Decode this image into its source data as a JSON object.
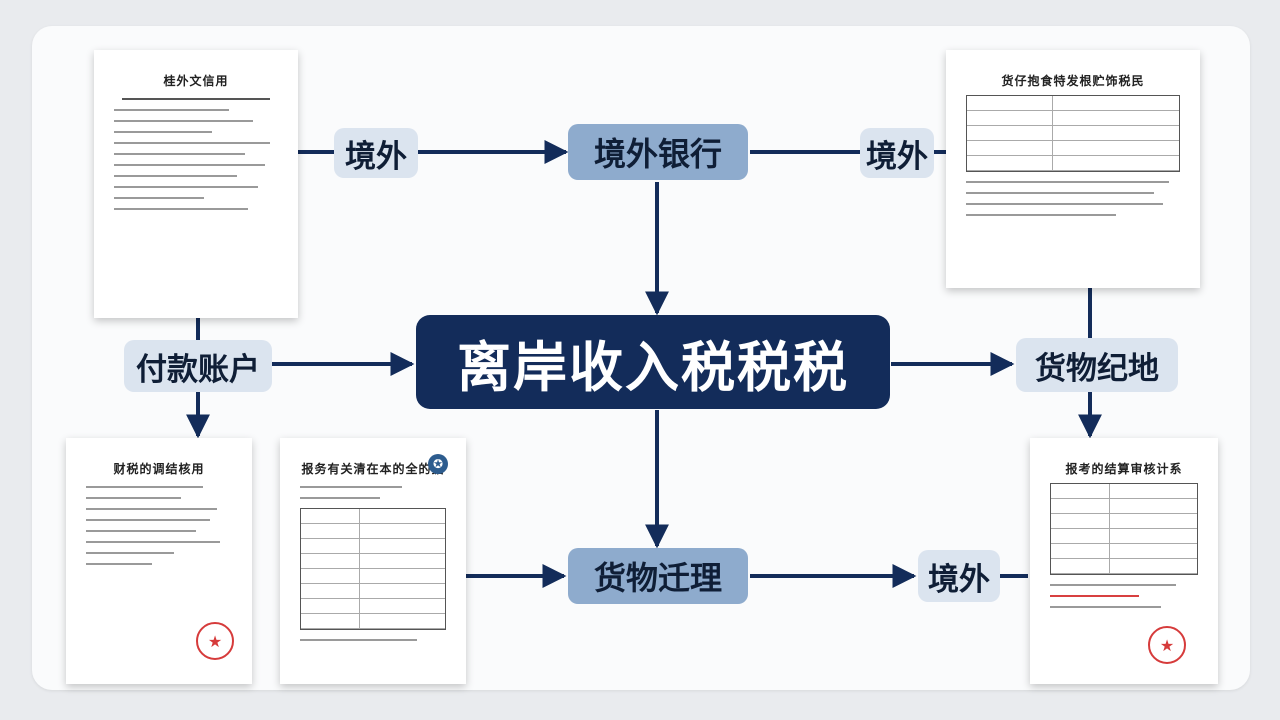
{
  "nodes": {
    "center": "离岸收入税税税",
    "offshore_bank": "境外银行",
    "goods_processing": "货物迁理",
    "payment_account": "付款账户",
    "goods_location": "货物纪地",
    "offshore_top_left": "境外",
    "offshore_top_right": "境外",
    "offshore_bottom": "境外"
  },
  "documents": {
    "top_left": {
      "title": "桂外文信用"
    },
    "top_right": {
      "title": "货仔抱食特发根贮饰税民"
    },
    "bottom_left": {
      "title": "财税的调结核用"
    },
    "bottom_middle": {
      "title": "报务有关清在本的全的据"
    },
    "bottom_right": {
      "title": "报考的结算审核计系"
    }
  },
  "icons": {
    "seal": "seal-icon",
    "emblem": "emblem-icon"
  },
  "colors": {
    "center_fill": "#132c5a",
    "mid_fill": "#8eabcd",
    "pill_fill": "#dbe4ef",
    "arrow": "#132c5a",
    "seal": "#d63b3b"
  }
}
